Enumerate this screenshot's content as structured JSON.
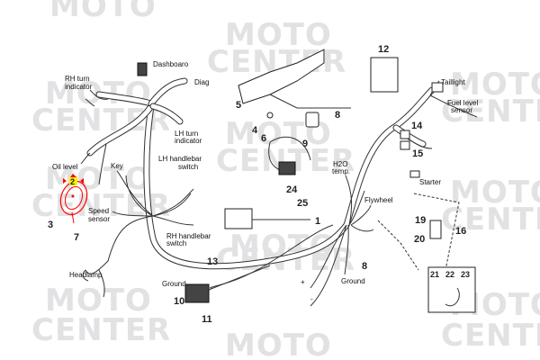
{
  "watermark": {
    "line1": "MOTO",
    "line2": "CENTER"
  },
  "labels": {
    "dashboard": "Dashboaro",
    "diag": "Diag",
    "rh_turn_1": "RH turn",
    "rh_turn_2": "indicator",
    "lh_turn_1": "LH turn",
    "lh_turn_2": "indicator",
    "oil_level": "Oil level",
    "key": "Key",
    "lh_switch_1": "LH handlebar",
    "lh_switch_2": "switch",
    "speed_1": "Speed",
    "speed_2": "sensor",
    "rh_switch_1": "RH handlebar",
    "rh_switch_2": "switch",
    "headlamp": "Headlamp",
    "ground_left": "Ground",
    "ground_right": "Ground",
    "h2o_1": "H2O",
    "h2o_2": "temp.",
    "flywheel": "Flywheel",
    "taillight": "Taillight",
    "fuel_1": "Fuel level",
    "fuel_2": "sensor",
    "starter": "Starter",
    "plus": "+",
    "minus": "-"
  },
  "part_numbers": {
    "p1": "1",
    "p2": "2",
    "p3": "3",
    "p4": "4",
    "p5": "5",
    "p6": "6",
    "p7": "7",
    "p8a": "8",
    "p8b": "8",
    "p9": "9",
    "p10": "10",
    "p11": "11",
    "p12": "12",
    "p13": "13",
    "p14": "14",
    "p15": "15",
    "p16": "16",
    "p19": "19",
    "p20": "20",
    "p21": "21",
    "p22": "22",
    "p23": "23",
    "p24": "24",
    "p25": "25"
  },
  "highlight": {
    "part": "2",
    "color": "#ff0000",
    "badge_color": "#ffee00"
  }
}
